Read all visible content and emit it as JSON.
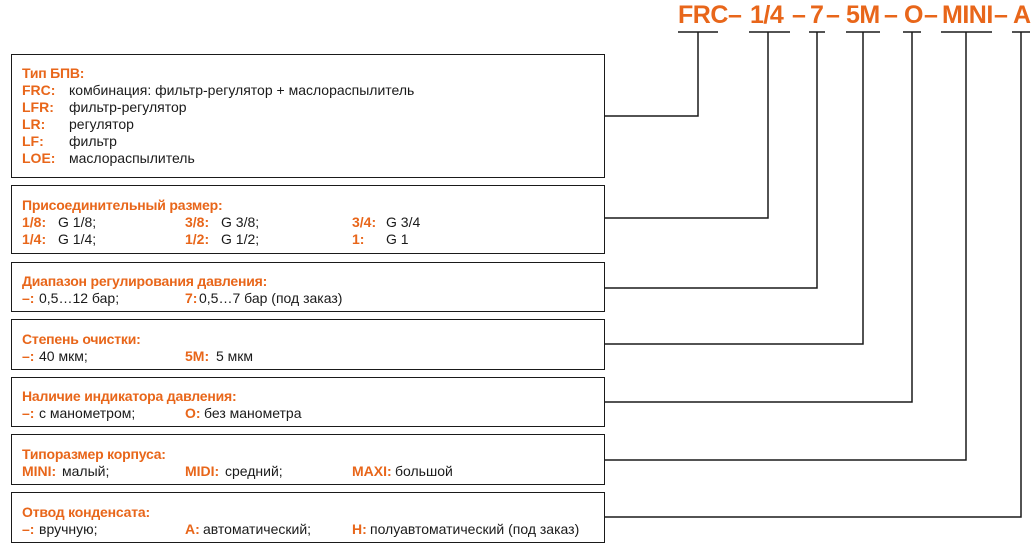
{
  "code": {
    "parts": [
      {
        "text": "FRC"
      },
      {
        "text": "–"
      },
      {
        "text": "1/4"
      },
      {
        "text": "–"
      },
      {
        "text": "7"
      },
      {
        "text": "–"
      },
      {
        "text": "5M"
      },
      {
        "text": "–"
      },
      {
        "text": "O"
      },
      {
        "text": "–"
      },
      {
        "text": "MINI"
      },
      {
        "text": "–"
      },
      {
        "text": "A"
      }
    ]
  },
  "boxes": [
    {
      "title": "Тип БПВ:",
      "rows": [
        [
          {
            "key": "FRC:",
            "val": "комбинация: фильтр-регулятор + маслораспылитель"
          }
        ],
        [
          {
            "key": "LFR:",
            "val": "фильтр-регулятор"
          }
        ],
        [
          {
            "key": "LR:",
            "val": "регулятор"
          }
        ],
        [
          {
            "key": "LF:",
            "val": "фильтр"
          }
        ],
        [
          {
            "key": "LOE:",
            "val": "маслораспылитель"
          }
        ]
      ]
    },
    {
      "title": "Присоединительный размер:",
      "rows": [
        [
          {
            "key": "1/8:",
            "val": "G 1/8;"
          },
          {
            "key": "3/8:",
            "val": "G 3/8;"
          },
          {
            "key": "3/4:",
            "val": "G 3/4"
          }
        ],
        [
          {
            "key": "1/4:",
            "val": "G 1/4;"
          },
          {
            "key": "1/2:",
            "val": "G 1/2;"
          },
          {
            "key": "1:",
            "val": "G 1"
          }
        ]
      ]
    },
    {
      "title": "Диапазон регулирования давления:",
      "rows": [
        [
          {
            "key": "–:",
            "val": "0,5…12 бар;"
          },
          {
            "key": "7:",
            "val": "0,5…7 бар (под заказ)"
          }
        ]
      ]
    },
    {
      "title": "Степень очистки:",
      "rows": [
        [
          {
            "key": "–:",
            "val": "40 мкм;"
          },
          {
            "key": "5M:",
            "val": "5 мкм"
          }
        ]
      ]
    },
    {
      "title": "Наличие индикатора давления:",
      "rows": [
        [
          {
            "key": "–:",
            "val": "с манометром;"
          },
          {
            "key": "O:",
            "val": "без манометра"
          }
        ]
      ]
    },
    {
      "title": "Типоразмер корпуса:",
      "rows": [
        [
          {
            "key": "MINI:",
            "val": "малый;"
          },
          {
            "key": "MIDI:",
            "val": "средний;"
          },
          {
            "key": "MAXI:",
            "val": "большой"
          }
        ]
      ]
    },
    {
      "title": "Отвод конденсата:",
      "rows": [
        [
          {
            "key": "–:",
            "val": "вручную;"
          },
          {
            "key": "A:",
            "val": "автоматический;"
          },
          {
            "key": "H:",
            "val": "полуавтоматический (под заказ)"
          }
        ]
      ]
    }
  ],
  "colors": {
    "accent": "#e8661a",
    "line": "#1a1a1a"
  }
}
